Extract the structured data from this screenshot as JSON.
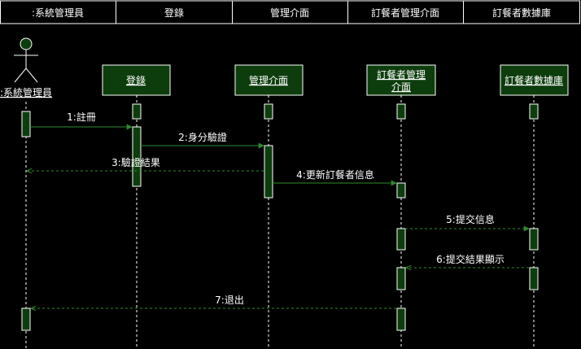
{
  "lanes": [
    {
      "id": "sysadmin",
      "header": ":系統管理員",
      "object": ":系統管理員",
      "kind": "actor"
    },
    {
      "id": "login",
      "header": "登錄",
      "object": "登錄",
      "kind": "box"
    },
    {
      "id": "admin_ui",
      "header": "管理介面",
      "object": "管理介面",
      "kind": "box"
    },
    {
      "id": "sub_ui",
      "header": "訂餐者管理介面",
      "object": [
        "訂餐者管理",
        "介面"
      ],
      "kind": "box"
    },
    {
      "id": "sub_db",
      "header": "訂餐者數據庫",
      "object": "訂餐者數據庫",
      "kind": "box"
    }
  ],
  "messages": [
    {
      "label": "1:註冊",
      "from": 0,
      "to": 1,
      "type": "sync"
    },
    {
      "label": "2:身分驗證",
      "from": 1,
      "to": 2,
      "type": "sync"
    },
    {
      "label": "3:驗證結果",
      "from": 2,
      "to": 0,
      "type": "return"
    },
    {
      "label": "4:更新訂餐者信息",
      "from": 2,
      "to": 3,
      "type": "sync"
    },
    {
      "label": "5:提交信息",
      "from": 3,
      "to": 4,
      "type": "sync"
    },
    {
      "label": "6:提交結果顯示",
      "from": 4,
      "to": 3,
      "type": "return"
    },
    {
      "label": "7:退出",
      "from": 3,
      "to": 0,
      "type": "return"
    }
  ],
  "colors": {
    "background": "#000000",
    "box_fill": "#0d3d0d",
    "box_stroke": "#ffffff",
    "lifeline": "#ffffff",
    "sync_line": "#2e8b2e",
    "return_line": "#2e8b2e",
    "actor_head": "#0d3d0d"
  }
}
